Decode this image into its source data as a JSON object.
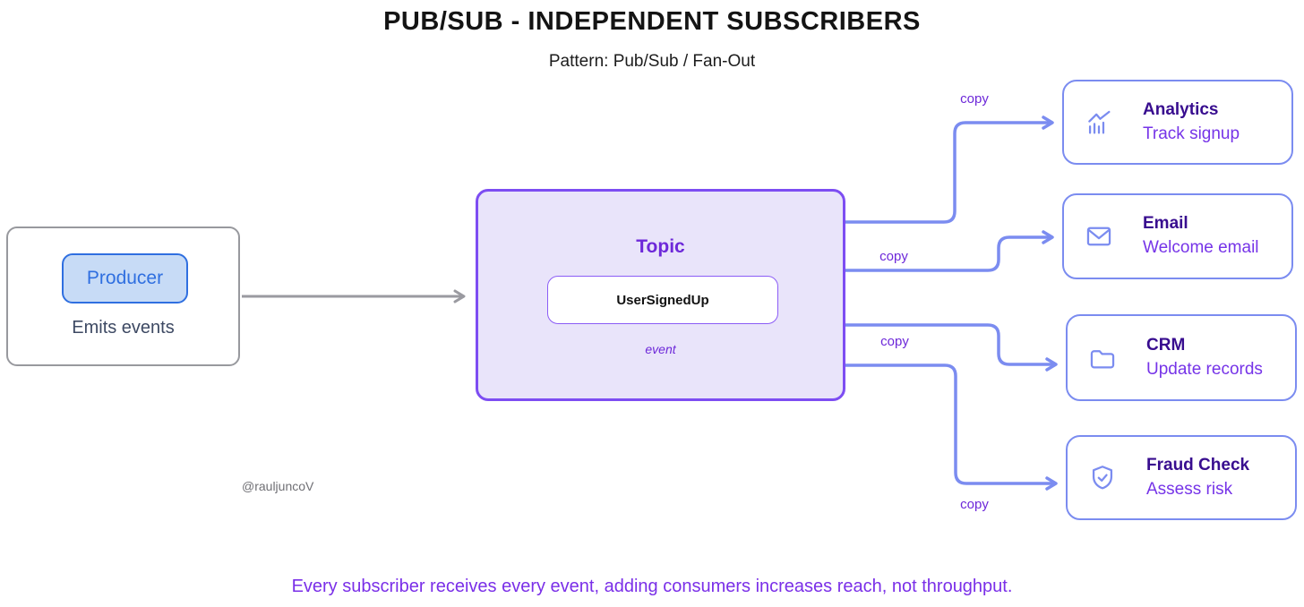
{
  "title": "PUB/SUB - INDEPENDENT SUBSCRIBERS",
  "subtitle": "Pattern: Pub/Sub / Fan-Out",
  "producer": {
    "label": "Producer",
    "description": "Emits events"
  },
  "topic": {
    "title": "Topic",
    "event_name": "UserSignedUp",
    "event_label": "event"
  },
  "subscribers": [
    {
      "icon": "bar-chart-icon",
      "title": "Analytics",
      "subtitle": "Track signup"
    },
    {
      "icon": "envelope-icon",
      "title": "Email",
      "subtitle": "Welcome email"
    },
    {
      "icon": "folder-icon",
      "title": "CRM",
      "subtitle": "Update records"
    },
    {
      "icon": "shield-check-icon",
      "title": "Fraud Check",
      "subtitle": "Assess risk"
    }
  ],
  "edge_labels": [
    "copy",
    "copy",
    "copy",
    "copy"
  ],
  "caption": "Every subscriber receives every event, adding consumers increases reach, not throughput.",
  "attribution": "@rauljuncoV",
  "colors": {
    "topic_border": "#7d4df2",
    "topic_fill": "#e9e4fa",
    "edge_purple": "#7b8cf0",
    "edge_gray": "#9a9aa0",
    "purple_text": "#6d28d9",
    "dark_purple_text": "#380d8f",
    "subtitle_purple": "#7634e8",
    "producer_blue": "#2f6fe0",
    "producer_fill": "#c7dbf6",
    "producer_border_gray": "#98999e",
    "caption_purple": "#7a2fe8"
  }
}
